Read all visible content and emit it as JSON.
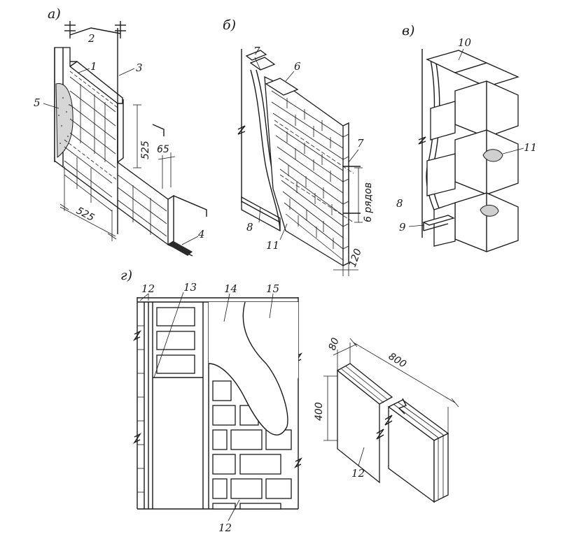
{
  "panels": {
    "a": {
      "title": "а)",
      "callouts": [
        "1",
        "2",
        "3",
        "4",
        "5"
      ],
      "dims": {
        "height_block": "525",
        "width_block": "525",
        "thickness": "65"
      }
    },
    "b": {
      "title": "б)",
      "callouts": [
        "6",
        "7",
        "7",
        "8",
        "11"
      ],
      "dims": {
        "rows": "6 рядов",
        "thickness": "120"
      }
    },
    "v": {
      "title": "в)",
      "callouts": [
        "8",
        "9",
        "10",
        "11"
      ]
    },
    "g": {
      "title": "г)",
      "callouts": [
        "12",
        "13",
        "14",
        "15",
        "12"
      ]
    },
    "slab": {
      "callout": "12",
      "dims": {
        "thickness": "80",
        "length": "800",
        "height": "400"
      }
    }
  }
}
